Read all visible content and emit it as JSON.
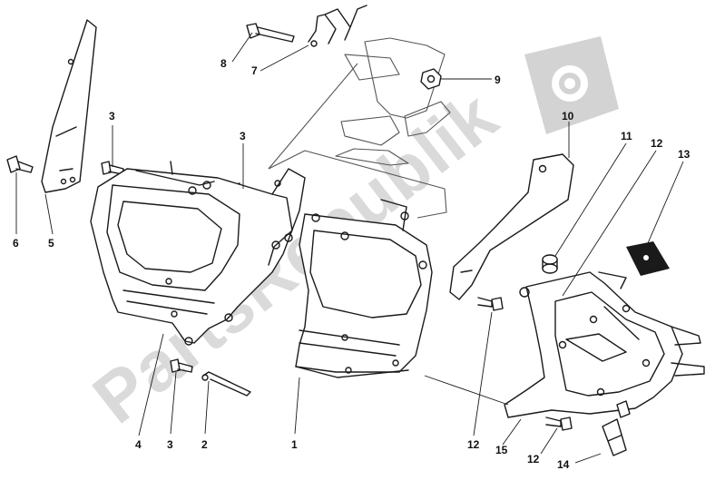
{
  "watermark": {
    "text": "PartsRepublik",
    "icon": "gear-icon",
    "color": "#bdbdbd"
  },
  "callouts": [
    {
      "id": "c1",
      "label": "1"
    },
    {
      "id": "c2",
      "label": "2"
    },
    {
      "id": "c3a",
      "label": "3"
    },
    {
      "id": "c3b",
      "label": "3"
    },
    {
      "id": "c3c",
      "label": "3"
    },
    {
      "id": "c4",
      "label": "4"
    },
    {
      "id": "c5",
      "label": "5"
    },
    {
      "id": "c6",
      "label": "6"
    },
    {
      "id": "c7",
      "label": "7"
    },
    {
      "id": "c8",
      "label": "8"
    },
    {
      "id": "c9",
      "label": "9"
    },
    {
      "id": "c10",
      "label": "10"
    },
    {
      "id": "c11",
      "label": "11"
    },
    {
      "id": "c12a",
      "label": "12"
    },
    {
      "id": "c12b",
      "label": "12"
    },
    {
      "id": "c12c",
      "label": "12"
    },
    {
      "id": "c13",
      "label": "13"
    },
    {
      "id": "c14",
      "label": "14"
    },
    {
      "id": "c15",
      "label": "15"
    }
  ]
}
